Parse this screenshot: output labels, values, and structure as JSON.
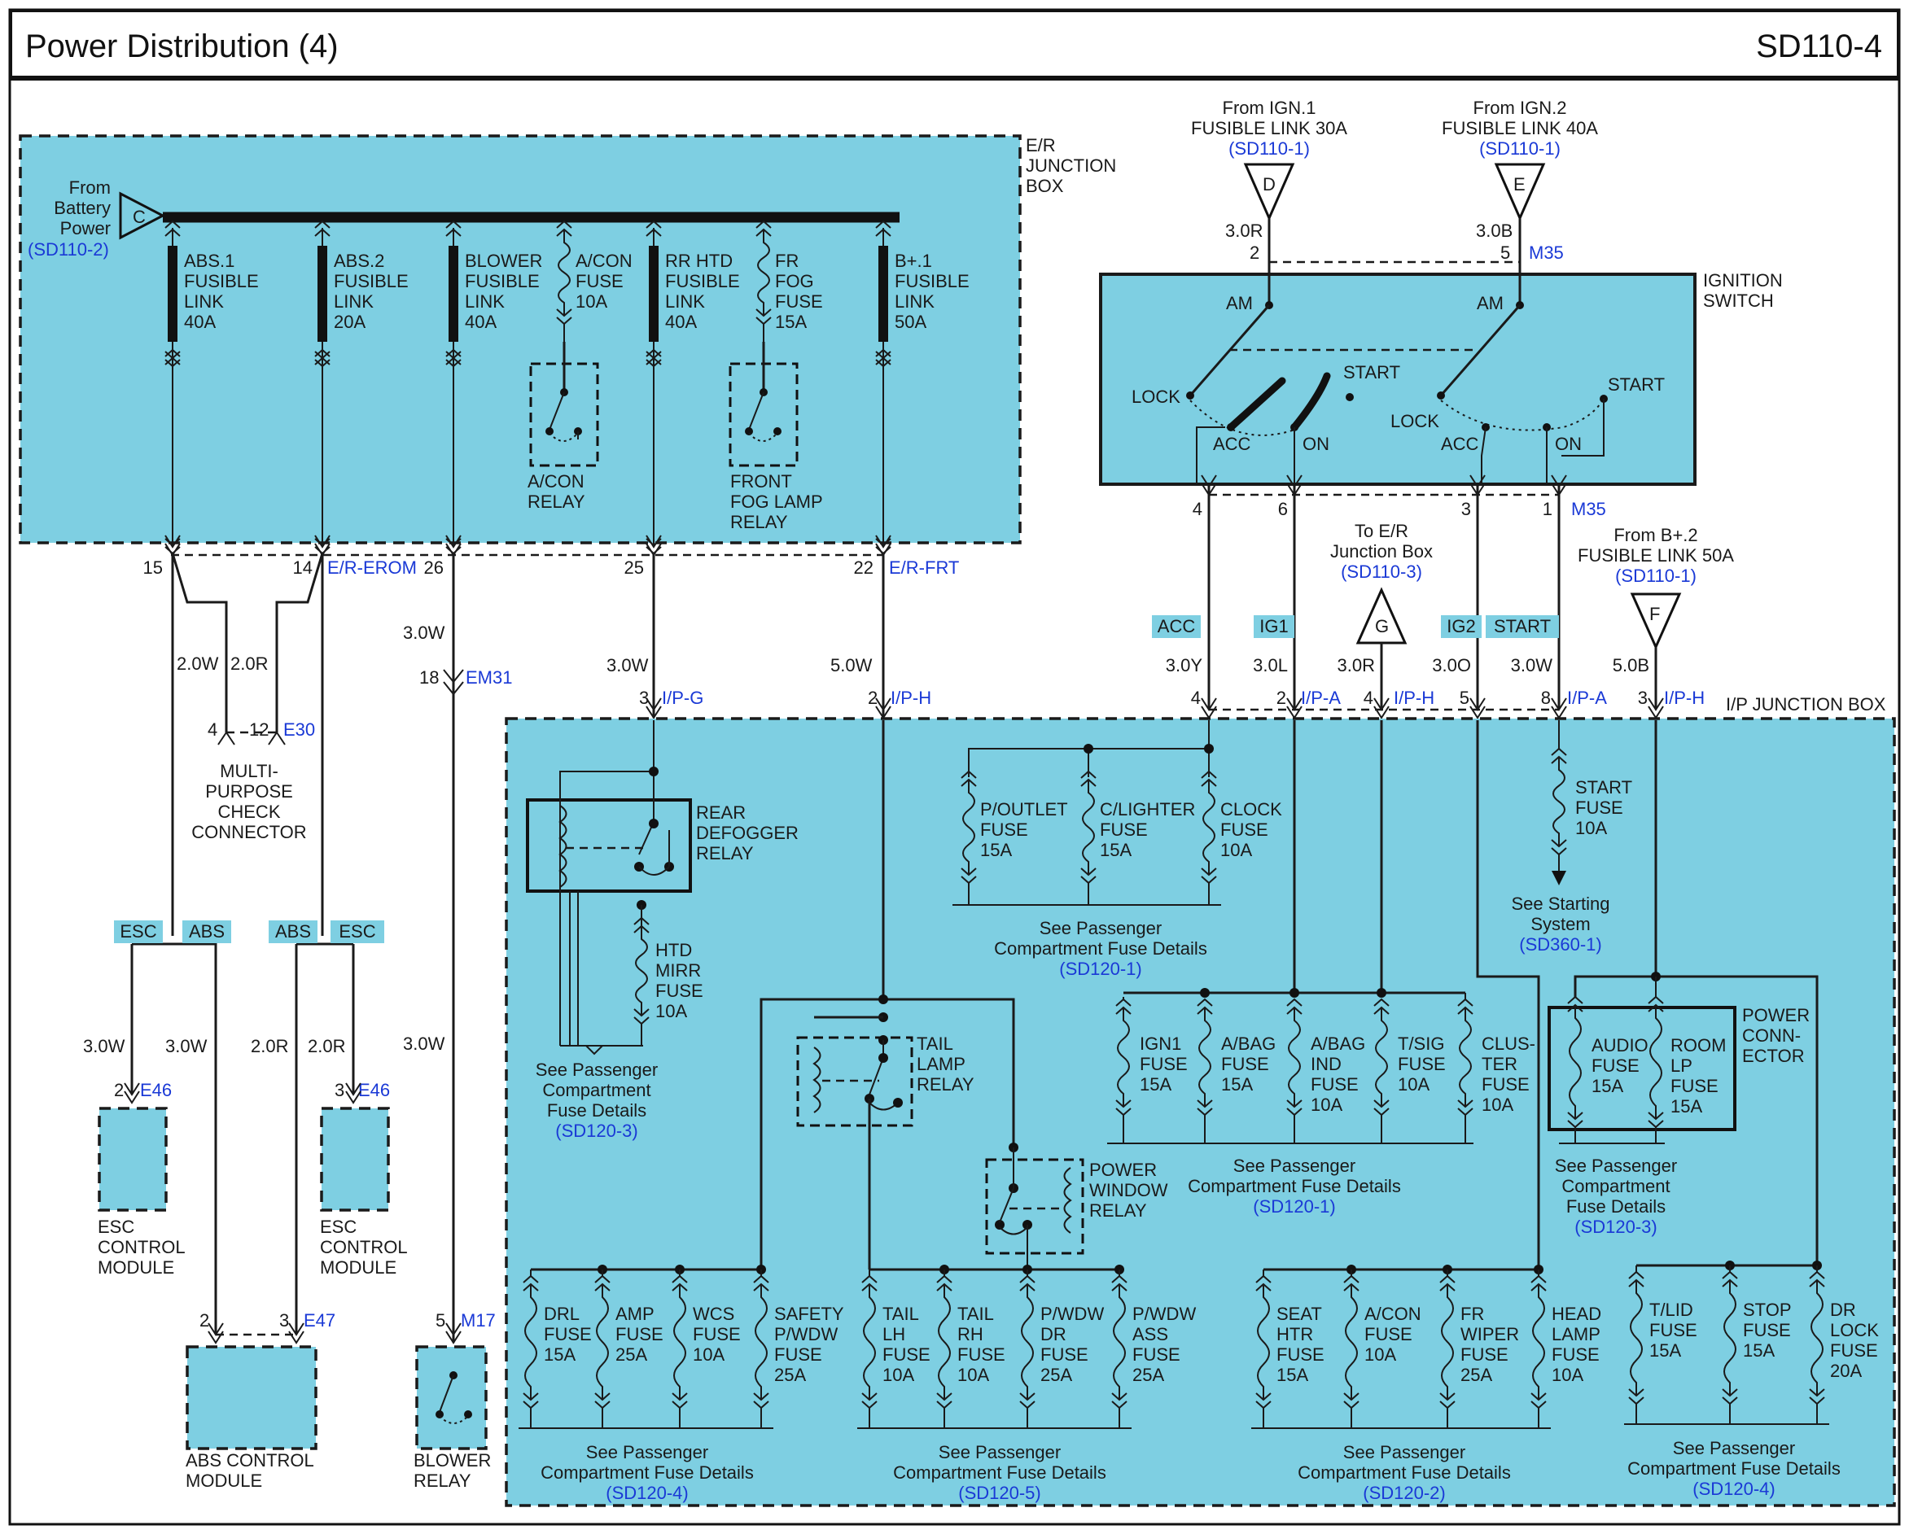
{
  "header": {
    "title": "Power Distribution (4)",
    "code": "SD110-4"
  },
  "er_box": {
    "title": [
      "E/R",
      "JUNCTION",
      "BOX"
    ],
    "battery": {
      "letter": "C",
      "lines": [
        "From",
        "Battery",
        "Power"
      ],
      "ref": "(SD110-2)"
    },
    "links": [
      {
        "lines": [
          "ABS.1",
          "FUSIBLE",
          "LINK",
          "40A"
        ]
      },
      {
        "lines": [
          "ABS.2",
          "FUSIBLE",
          "LINK",
          "20A"
        ]
      },
      {
        "lines": [
          "BLOWER",
          "FUSIBLE",
          "LINK",
          "40A"
        ]
      },
      {
        "lines": [
          "A/CON",
          "FUSE",
          "10A"
        ]
      },
      {
        "lines": [
          "RR HTD",
          "FUSIBLE",
          "LINK",
          "40A"
        ]
      },
      {
        "lines": [
          "FR",
          "FOG",
          "FUSE",
          "15A"
        ]
      },
      {
        "lines": [
          "B+.1",
          "FUSIBLE",
          "LINK",
          "50A"
        ]
      }
    ],
    "acon_relay": [
      "A/CON",
      "RELAY"
    ],
    "fog_relay": [
      "FRONT",
      "FOG LAMP",
      "RELAY"
    ],
    "pins": [
      "15",
      "14",
      "26",
      "25",
      "22"
    ],
    "conn_erom": "E/R-EROM",
    "conn_erfrt": "E/R-FRT"
  },
  "left": {
    "wires": {
      "w1": "2.0W",
      "w2": "2.0R",
      "w3": "3.0W",
      "w4": "3.0W",
      "w5": "5.0W"
    },
    "mpc": {
      "pin_a": "4",
      "pin_b": "12",
      "conn": "E30",
      "lines": [
        "MULTI-",
        "PURPOSE",
        "CHECK",
        "CONNECTOR"
      ]
    },
    "em31": {
      "pin": "18",
      "conn": "EM31"
    },
    "tags": [
      "ESC",
      "ABS",
      "ABS",
      "ESC"
    ],
    "lower_wires": [
      "3.0W",
      "3.0W",
      "2.0R",
      "2.0R",
      "3.0W"
    ],
    "esc1": {
      "pin": "2",
      "conn": "E46",
      "lines": [
        "ESC",
        "CONTROL",
        "MODULE"
      ]
    },
    "esc2": {
      "pin": "3",
      "conn": "E46",
      "lines": [
        "ESC",
        "CONTROL",
        "MODULE"
      ]
    },
    "abs": {
      "pin_a": "2",
      "pin_b": "3",
      "conn": "E47",
      "lines": [
        "ABS CONTROL",
        "MODULE"
      ]
    },
    "blower": {
      "pin": "5",
      "conn": "M17",
      "lines": [
        "BLOWER",
        "RELAY"
      ]
    }
  },
  "ign": {
    "from1": {
      "lines": [
        "From IGN.1",
        "FUSIBLE LINK 30A"
      ],
      "ref": "(SD110-1)",
      "letter": "D",
      "wire": "3.0R",
      "pin": "2"
    },
    "from2": {
      "lines": [
        "From IGN.2",
        "FUSIBLE LINK 40A"
      ],
      "ref": "(SD110-1)",
      "letter": "E",
      "wire": "3.0B",
      "pin": "5"
    },
    "conn_top": "M35",
    "switch": [
      "IGNITION",
      "SWITCH"
    ],
    "labels": {
      "am": "AM",
      "lock": "LOCK",
      "acc": "ACC",
      "on": "ON",
      "start": "START"
    },
    "pins_bottom": [
      "4",
      "6",
      "3",
      "1"
    ],
    "conn_bottom": "M35",
    "to_er": {
      "lines": [
        "To E/R",
        "Junction Box"
      ],
      "ref": "(SD110-3)",
      "letter": "G"
    },
    "from_b2": {
      "lines": [
        "From B+.2",
        "FUSIBLE LINK 50A"
      ],
      "ref": "(SD110-1)",
      "letter": "F"
    },
    "tags": [
      "ACC",
      "IG1",
      "IG2",
      "START"
    ]
  },
  "ip_entry": {
    "wires": [
      "3.0Y",
      "3.0L",
      "3.0R",
      "3.0O",
      "3.0W",
      "5.0B"
    ],
    "pins": [
      "4",
      "2",
      "4",
      "5",
      "8",
      "3"
    ],
    "conns": [
      "I/P-A",
      "I/P-H",
      "I/P-A",
      "I/P-H"
    ],
    "left_wires": {
      "ipg_wire": "3.0W",
      "ipg_pin": "3",
      "ipg_conn": "I/P-G",
      "iph_wire": "5.0W",
      "iph_pin": "2",
      "iph_conn": "I/P-H"
    },
    "box_title": "I/P JUNCTION BOX"
  },
  "ip": {
    "rear_defogger": [
      "REAR",
      "DEFOGGER",
      "RELAY"
    ],
    "htd_mirr": [
      "HTD",
      "MIRR",
      "FUSE",
      "10A"
    ],
    "see_sd120_3a": {
      "lines": [
        "See Passenger",
        "Compartment",
        "Fuse Details"
      ],
      "ref": "(SD120-3)"
    },
    "acc_fuses": [
      {
        "lines": [
          "P/OUTLET",
          "FUSE",
          "15A"
        ]
      },
      {
        "lines": [
          "C/LIGHTER",
          "FUSE",
          "15A"
        ]
      },
      {
        "lines": [
          "CLOCK",
          "FUSE",
          "10A"
        ]
      }
    ],
    "see_sd120_1a": {
      "lines": [
        "See Passenger",
        "Compartment Fuse Details"
      ],
      "ref": "(SD120-1)"
    },
    "start_fuse": [
      "START",
      "FUSE",
      "10A"
    ],
    "starting": {
      "lines": [
        "See Starting",
        "System"
      ],
      "ref": "(SD360-1)"
    },
    "tail_relay": [
      "TAIL",
      "LAMP",
      "RELAY"
    ],
    "pw_relay": [
      "POWER",
      "WINDOW",
      "RELAY"
    ],
    "ig1_fuses": [
      {
        "lines": [
          "IGN1",
          "FUSE",
          "15A"
        ]
      },
      {
        "lines": [
          "A/BAG",
          "FUSE",
          "15A"
        ]
      },
      {
        "lines": [
          "A/BAG",
          "IND",
          "FUSE",
          "10A"
        ]
      },
      {
        "lines": [
          "T/SIG",
          "FUSE",
          "10A"
        ]
      },
      {
        "lines": [
          "CLUS-",
          "TER",
          "FUSE",
          "10A"
        ]
      }
    ],
    "see_sd120_1b": {
      "lines": [
        "See Passenger",
        "Compartment Fuse Details"
      ],
      "ref": "(SD120-1)"
    },
    "power_conn": [
      "POWER",
      "CONN-",
      "ECTOR"
    ],
    "pc_fuses": [
      {
        "lines": [
          "AUDIO",
          "FUSE",
          "15A"
        ]
      },
      {
        "lines": [
          "ROOM",
          "LP",
          "FUSE",
          "15A"
        ]
      }
    ],
    "see_sd120_3b": {
      "lines": [
        "See Passenger",
        "Compartment",
        "Fuse Details"
      ],
      "ref": "(SD120-3)"
    },
    "group4a": [
      {
        "lines": [
          "DRL",
          "FUSE",
          "15A"
        ]
      },
      {
        "lines": [
          "AMP",
          "FUSE",
          "25A"
        ]
      },
      {
        "lines": [
          "WCS",
          "FUSE",
          "10A"
        ]
      },
      {
        "lines": [
          "SAFETY",
          "P/WDW",
          "FUSE",
          "25A"
        ]
      }
    ],
    "see_sd120_4a": {
      "lines": [
        "See Passenger",
        "Compartment Fuse Details"
      ],
      "ref": "(SD120-4)"
    },
    "group5": [
      {
        "lines": [
          "TAIL",
          "LH",
          "FUSE",
          "10A"
        ]
      },
      {
        "lines": [
          "TAIL",
          "RH",
          "FUSE",
          "10A"
        ]
      },
      {
        "lines": [
          "P/WDW",
          "DR",
          "FUSE",
          "25A"
        ]
      },
      {
        "lines": [
          "P/WDW",
          "ASS",
          "FUSE",
          "25A"
        ]
      }
    ],
    "see_sd120_5": {
      "lines": [
        "See Passenger",
        "Compartment Fuse Details"
      ],
      "ref": "(SD120-5)"
    },
    "group2": [
      {
        "lines": [
          "SEAT",
          "HTR",
          "FUSE",
          "15A"
        ]
      },
      {
        "lines": [
          "A/CON",
          "FUSE",
          "10A"
        ]
      },
      {
        "lines": [
          "FR",
          "WIPER",
          "FUSE",
          "25A"
        ]
      },
      {
        "lines": [
          "HEAD",
          "LAMP",
          "FUSE",
          "10A"
        ]
      }
    ],
    "see_sd120_2": {
      "lines": [
        "See Passenger",
        "Compartment Fuse Details"
      ],
      "ref": "(SD120-2)"
    },
    "group4b": [
      {
        "lines": [
          "T/LID",
          "FUSE",
          "15A"
        ]
      },
      {
        "lines": [
          "STOP",
          "FUSE",
          "15A"
        ]
      },
      {
        "lines": [
          "DR",
          "LOCK",
          "FUSE",
          "20A"
        ]
      }
    ],
    "see_sd120_4b": {
      "lines": [
        "See Passenger",
        "Compartment Fuse Details"
      ],
      "ref": "(SD120-4)"
    }
  },
  "colors": {
    "fill": "#7ecfe2",
    "ref": "#1a39d6",
    "line": "#1a1a1a"
  }
}
